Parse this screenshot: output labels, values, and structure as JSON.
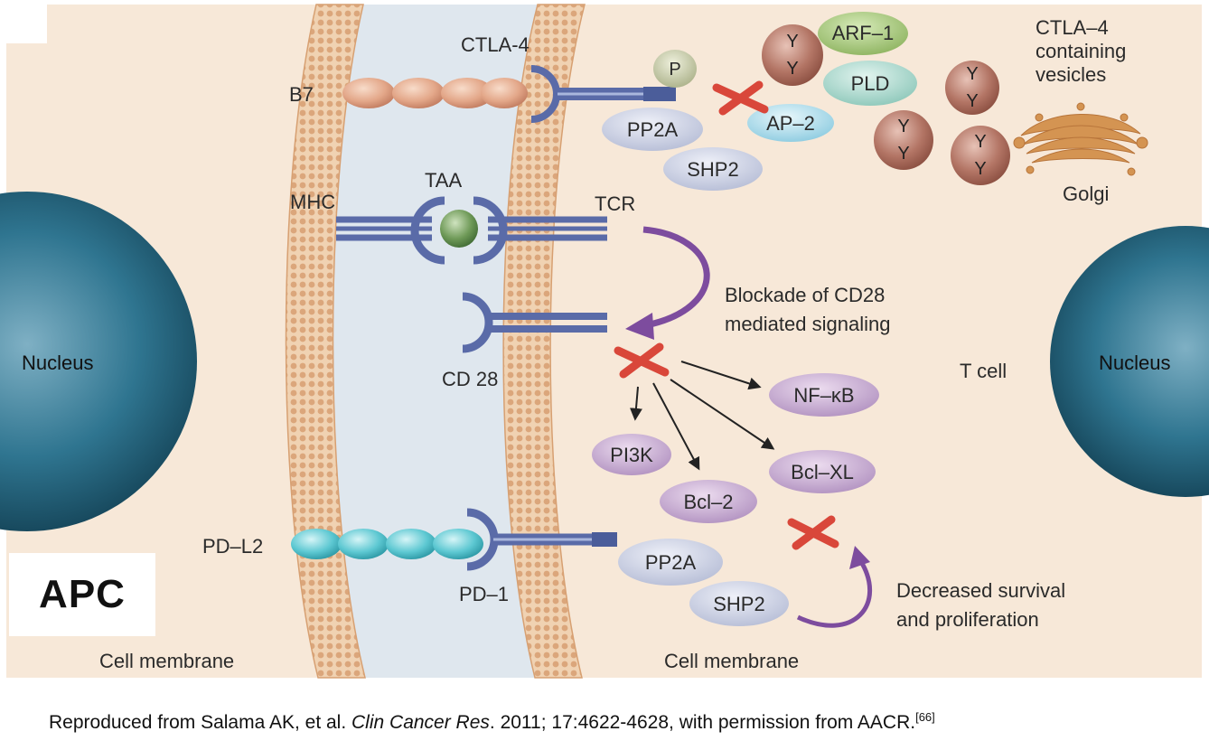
{
  "labels": {
    "ctla4": "CTLA-4",
    "b7": "B7",
    "p": "P",
    "y": "Y",
    "arf1": "ARF–1",
    "pld": "PLD",
    "ap2": "AP–2",
    "pp2a": "PP2A",
    "shp2": "SHP2",
    "vesicles_line1": "CTLA–4",
    "vesicles_line2": "containing",
    "vesicles_line3": "vesicles",
    "golgi": "Golgi",
    "mhc": "MHC",
    "taa": "TAA",
    "tcr": "TCR",
    "blockade_line1": "Blockade of CD28",
    "blockade_line2": "mediated signaling",
    "nucleus": "Nucleus",
    "cd28": "CD 28",
    "tcell": "T cell",
    "nfkb": "NF–κB",
    "pi3k": "PI3K",
    "bclxl": "Bcl–XL",
    "bcl2": "Bcl–2",
    "pdl2": "PD–L2",
    "pd1": "PD–1",
    "decreased_line1": "Decreased survival",
    "decreased_line2": "and proliferation",
    "cell_membrane": "Cell membrane",
    "apc": "APC"
  },
  "caption": {
    "pre": "Reproduced from Salama AK, et al. ",
    "journal": "Clin Cancer Res",
    "post": ". 2011; 17:4622-4628, with permission from AACR.",
    "ref": "[66]"
  },
  "colors": {
    "background": "#f7e8d8",
    "synapse": "#dde6ee",
    "membrane": "#e3b38a",
    "nucleus": "#1f5f78",
    "receptor": "#5a6ba8",
    "inhibit_x": "#d9473a",
    "arrow": "#7d4c9e"
  }
}
